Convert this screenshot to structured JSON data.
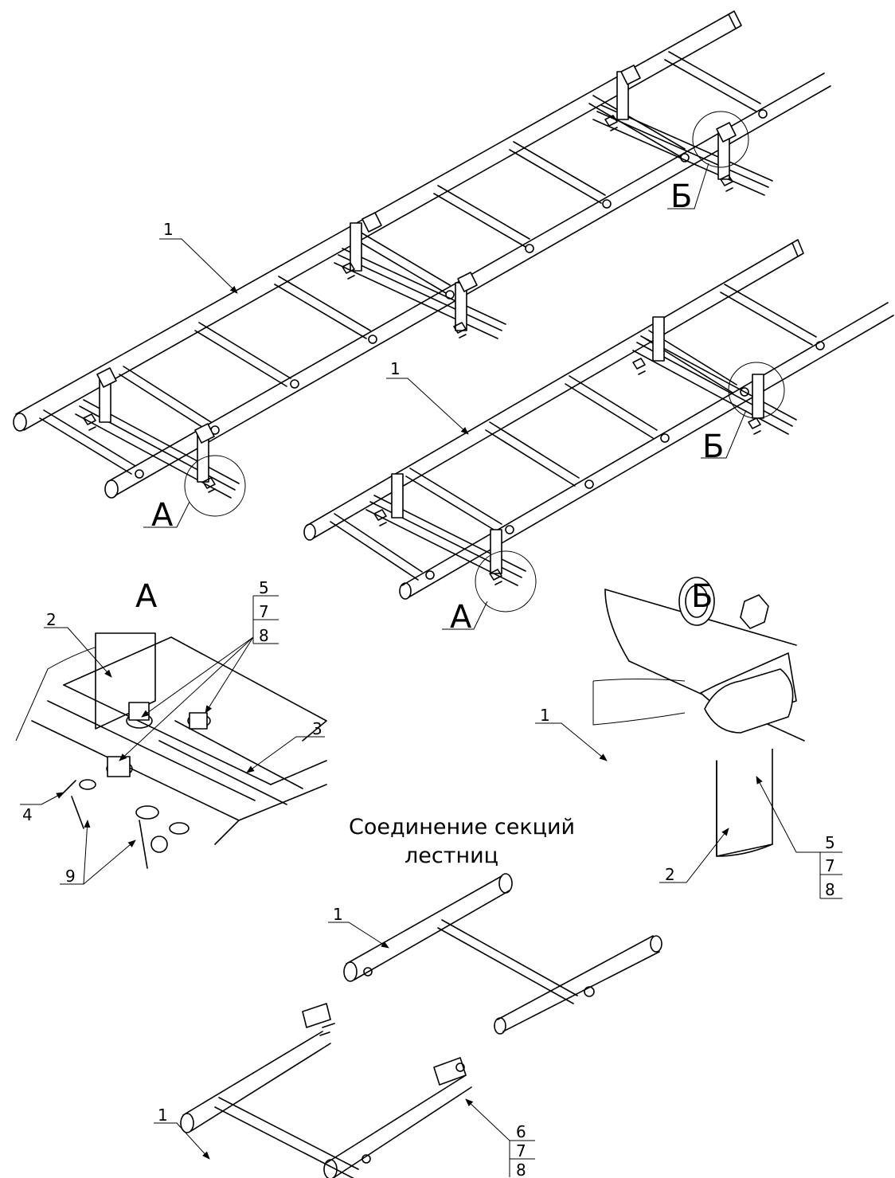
{
  "callouts": {
    "part1": "1",
    "part2": "2",
    "part3": "3",
    "part4": "4",
    "part5": "5",
    "part6": "6",
    "part7": "7",
    "part8": "8",
    "part9": "9"
  },
  "views": {
    "detail_a": "А",
    "detail_b": "Б"
  },
  "caption": {
    "line1": "Соединение секций",
    "line2": "лестниц"
  }
}
